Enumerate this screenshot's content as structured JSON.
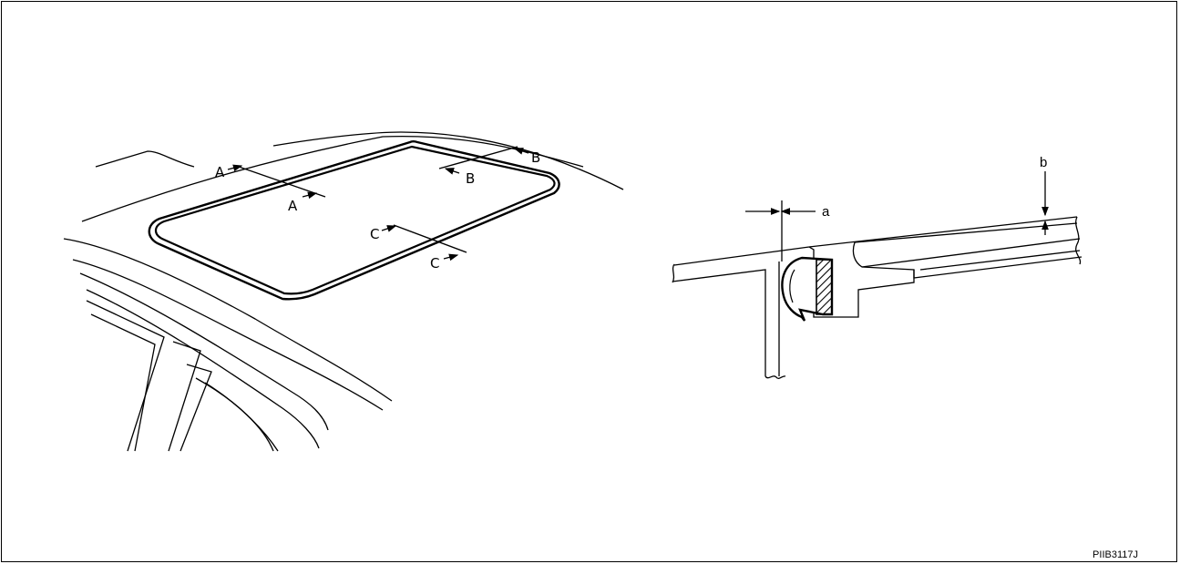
{
  "figure": {
    "section_labels": {
      "a1": "A",
      "a2": "A",
      "b1": "B",
      "b2": "B",
      "c1": "C",
      "c2": "C"
    },
    "dimension_labels": {
      "a": "a",
      "b": "b"
    },
    "figure_code": "PIIB3117J"
  },
  "colors": {
    "ink": "#000000",
    "background": "#ffffff"
  }
}
